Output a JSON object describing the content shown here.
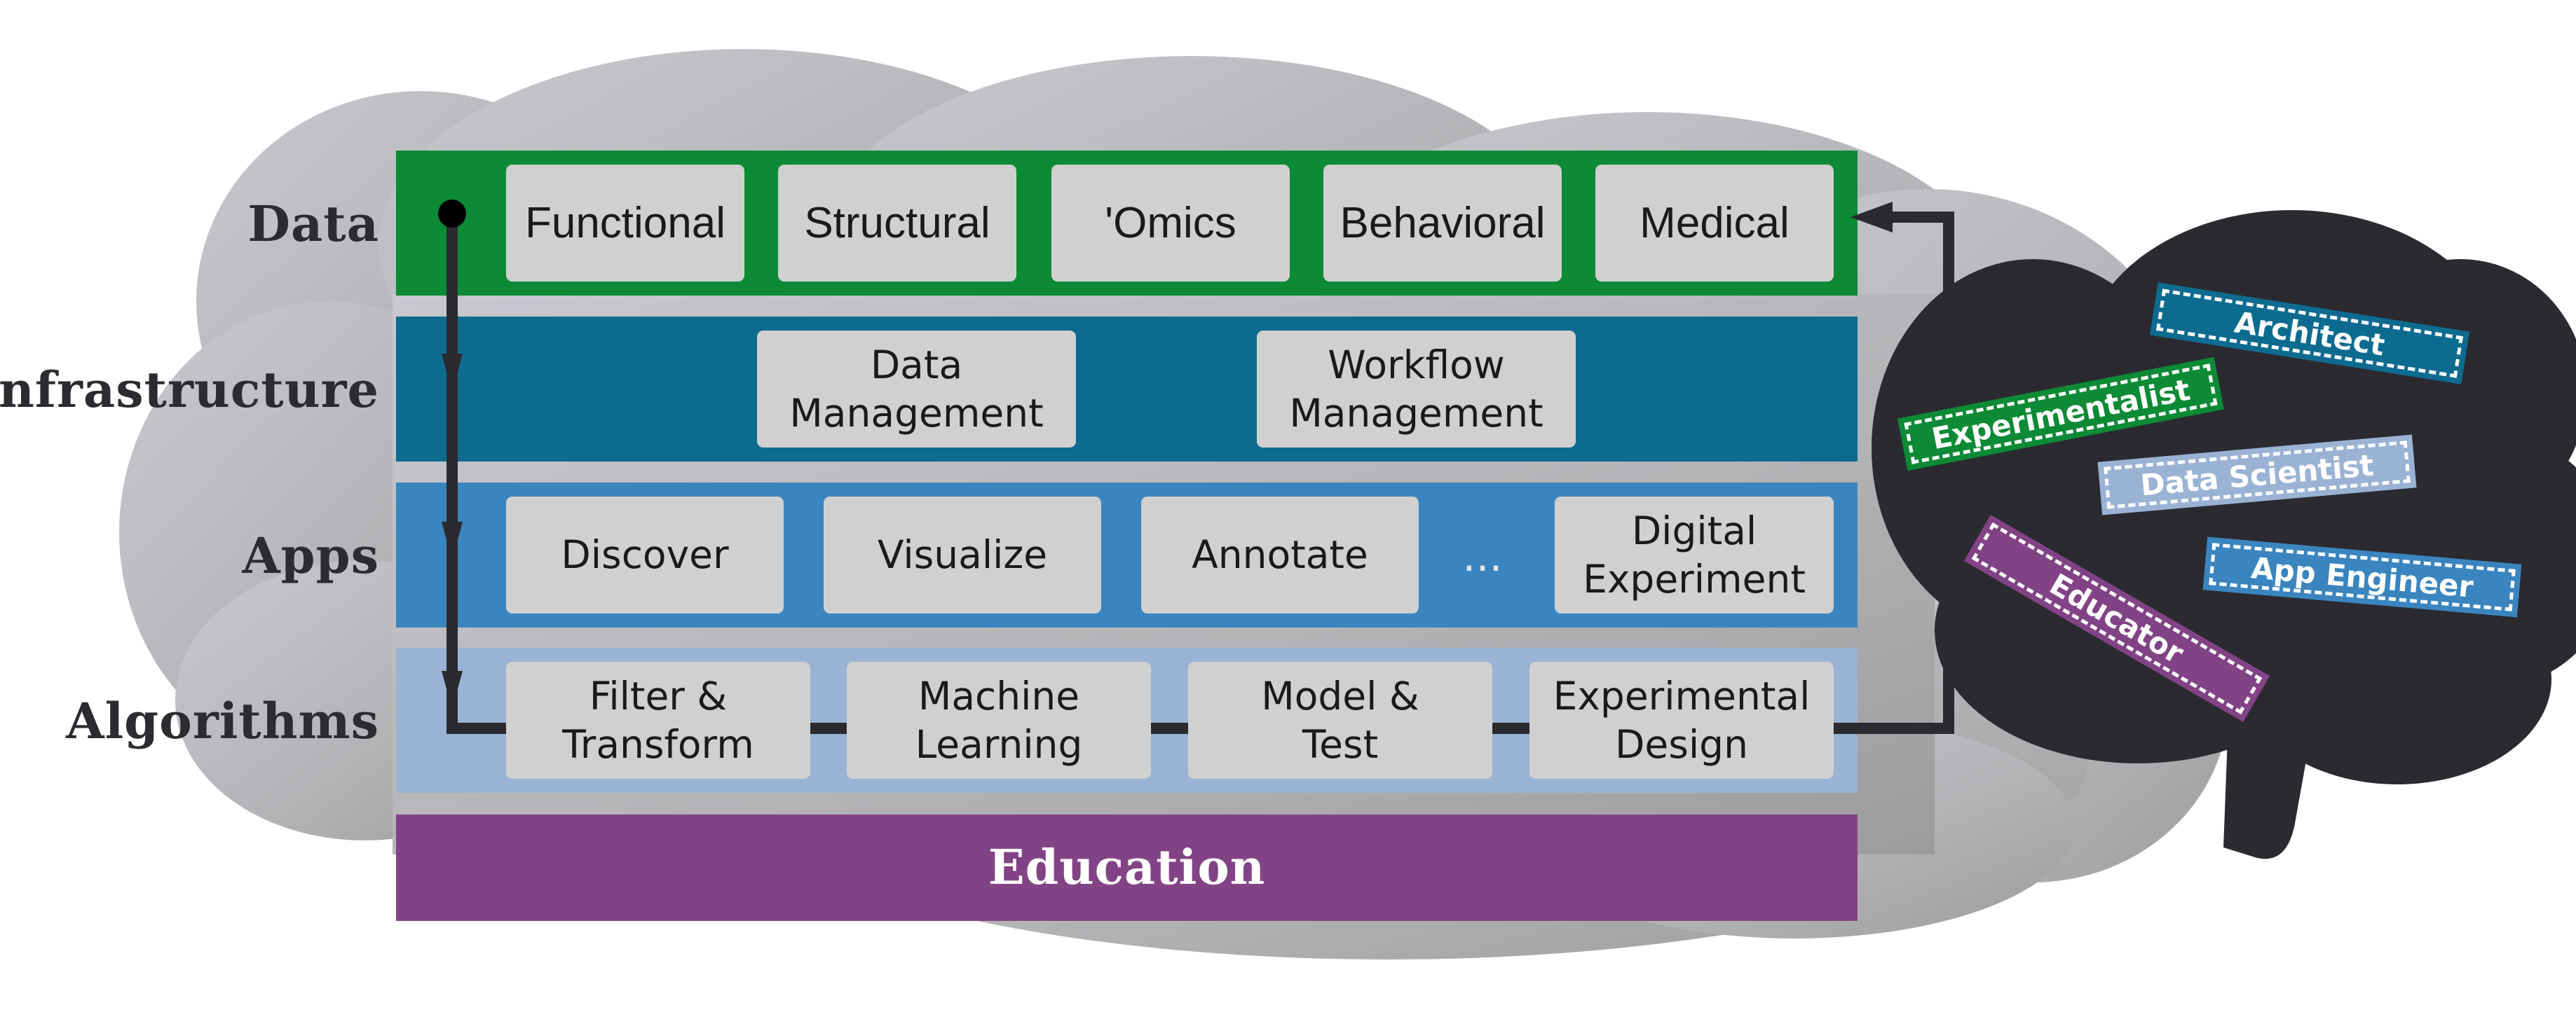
{
  "layers": {
    "data": "Data",
    "infrastructure": "Infrastructure",
    "apps": "Apps",
    "algorithms": "Algorithms"
  },
  "data_items": [
    "Functional",
    "Structural",
    "'Omics",
    "Behavioral",
    "Medical"
  ],
  "infrastructure_items": [
    "Data\nManagement",
    "Workflow\nManagement"
  ],
  "apps_items": [
    "Discover",
    "Visualize",
    "Annotate",
    "Digital\nExperiment"
  ],
  "apps_ellipsis": "...",
  "algorithm_items": [
    "Filter &\nTransform",
    "Machine\nLearning",
    "Model &\nTest",
    "Experimental\nDesign"
  ],
  "education": "Education",
  "roles": {
    "architect": "Architect",
    "experimentalist": "Experimentalist",
    "data_scientist": "Data Scientist",
    "educator": "Educator",
    "app_engineer": "App Engineer"
  },
  "colors": {
    "data": "#0c8a35",
    "infrastructure": "#0d6b90",
    "apps": "#3a85bf",
    "algorithms": "#9ab3d5",
    "education": "#824386",
    "brain": "#2a2a30",
    "cloud": "#bdbdc4"
  }
}
